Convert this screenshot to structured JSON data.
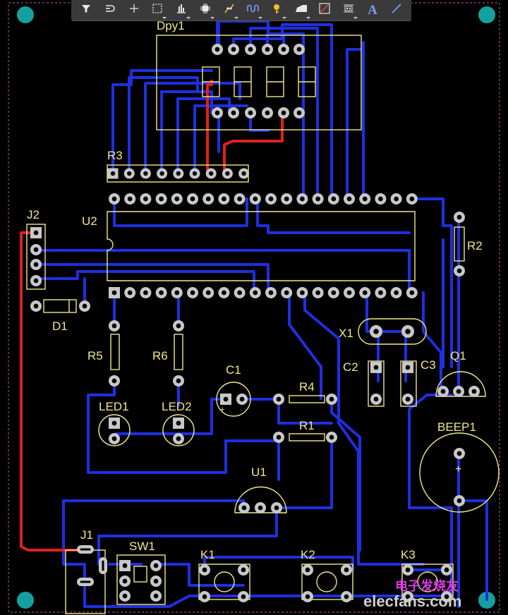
{
  "toolbar": {
    "tools": [
      {
        "name": "filter-tool",
        "icon": "filter-icon"
      },
      {
        "name": "route-tool",
        "icon": "route-icon"
      },
      {
        "name": "place-tool",
        "icon": "plus-icon"
      },
      {
        "name": "select-area-tool",
        "icon": "dashed-rect-icon"
      },
      {
        "name": "align-tool",
        "icon": "align-icon"
      },
      {
        "name": "component-tool",
        "icon": "chip-icon"
      },
      {
        "name": "interactive-route-tool",
        "icon": "pen-path-icon"
      },
      {
        "name": "tune-length-tool",
        "icon": "wave-icon"
      },
      {
        "name": "place-via-tool",
        "icon": "pin-icon"
      },
      {
        "name": "polygon-tool",
        "icon": "polygon-icon"
      },
      {
        "name": "dimension-tool",
        "icon": "dimension-icon"
      },
      {
        "name": "room-tool",
        "icon": "room-icon"
      },
      {
        "name": "text-tool",
        "icon": "text-icon"
      },
      {
        "name": "line-tool",
        "icon": "line-icon"
      }
    ],
    "text_tool_glyph": "A"
  },
  "designators": {
    "dpy": "Dpy1",
    "r3": "R3",
    "u2": "U2",
    "j2": "J2",
    "r2": "R2",
    "d1": "D1",
    "x1": "X1",
    "r5": "R5",
    "r6": "R6",
    "c1": "C1",
    "c2": "C2",
    "c3": "C3",
    "q1": "Q1",
    "r4": "R4",
    "led1": "LED1",
    "led2": "LED2",
    "r1": "R1",
    "beep1": "BEEP1",
    "u1": "U1",
    "j1": "J1",
    "sw1": "SW1",
    "k1": "K1",
    "k2": "K2",
    "k3": "K3"
  },
  "watermark": {
    "line1": "电子发烧友",
    "line2": "elecfans.com"
  },
  "colors": {
    "background": "#000000",
    "top_layer": "#e02020",
    "bottom_layer": "#1f2fe0",
    "silkscreen": "#f2e78a",
    "pad": "#c8c8c8",
    "board_outline": "#a04a8a",
    "mounting_hole": "#14a0a0"
  }
}
